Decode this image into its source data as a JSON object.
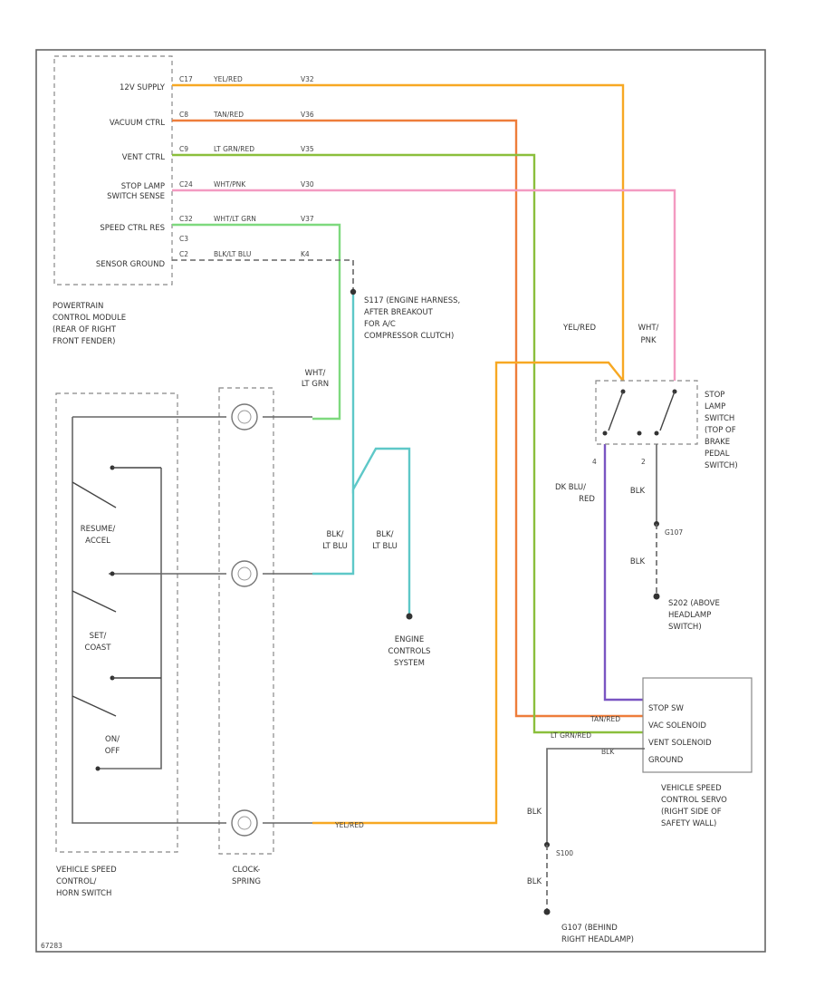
{
  "colors": {
    "yel_red": "#f7a823",
    "tan_red": "#ee7d3a",
    "lt_grn_red": "#8bbf3c",
    "wht_pnk": "#f39ac1",
    "wht_lt_grn": "#7ed97e",
    "blk_lt_blu": "#5ec8c8",
    "dk_blu_red": "#7a55c2",
    "blk": "#444444",
    "frame": "#666666"
  },
  "pcm": {
    "pins": [
      {
        "label": "12V SUPPLY",
        "term": "C17",
        "wire": "YEL/RED",
        "circuit": "V32"
      },
      {
        "label": "VACUUM CTRL",
        "term": "C8",
        "wire": "TAN/RED",
        "circuit": "V36"
      },
      {
        "label": "VENT CTRL",
        "term": "C9",
        "wire": "LT GRN/RED",
        "circuit": "V35"
      },
      {
        "label": "STOP LAMP",
        "label2": "SWITCH SENSE",
        "term": "C24",
        "wire": "WHT/PNK",
        "circuit": "V30"
      },
      {
        "label": "SPEED CTRL RES",
        "term": "C32",
        "wire": "WHT/LT GRN",
        "circuit": "V37",
        "sub": "C3"
      },
      {
        "label": "SENSOR GROUND",
        "term": "C2",
        "wire": "BLK/LT BLU",
        "circuit": "K4"
      }
    ],
    "caption": [
      "POWERTRAIN",
      "CONTROL MODULE",
      "(REAR OF RIGHT",
      "FRONT FENDER)"
    ]
  },
  "splice_note": [
    "S117 (ENGINE HARNESS,",
    "AFTER BREAKOUT",
    "FOR A/C",
    "COMPRESSOR CLUTCH)"
  ],
  "wire_labels": {
    "wht_lt_grn": [
      "WHT/",
      "LT GRN"
    ],
    "blk_lt_blu_1": [
      "BLK/",
      "LT BLU"
    ],
    "blk_lt_blu_2": [
      "BLK/",
      "LT BLU"
    ],
    "yel_red_top": [
      "YEL/RED"
    ],
    "wht_pnk_top": [
      "WHT/",
      "PNK"
    ],
    "dk_blu_red": [
      "DK BLU/",
      "RED"
    ],
    "blk_a": "BLK",
    "blk_b": "BLK",
    "blk_c": "BLK",
    "blk_d": "BLK",
    "tan_red_servo": "TAN/RED",
    "lt_grn_red_servo": "LT GRN/RED",
    "blk_servo": "BLK",
    "yel_red_bottom": "YEL/RED"
  },
  "engine_control": [
    "ENGINE",
    "CONTROLS",
    "SYSTEM"
  ],
  "stop_lamp": {
    "caption": [
      "STOP",
      "LAMP",
      "SWITCH",
      "(TOP OF",
      "BRAKE",
      "PEDAL",
      "SWITCH)"
    ],
    "pins": [
      "4",
      "2"
    ]
  },
  "ground_g107": {
    "splice": "G107",
    "caption": [
      "S202 (ABOVE",
      "HEADLAMP",
      "SWITCH)"
    ]
  },
  "ground_g100": {
    "splice": "S100",
    "caption": [
      "G107 (BEHIND",
      "RIGHT HEADLAMP)"
    ]
  },
  "servo": {
    "pins": [
      "STOP SW",
      "VAC SOLENOID",
      "VENT SOLENOID",
      "GROUND"
    ],
    "caption": [
      "VEHICLE SPEED",
      "CONTROL SERVO",
      "(RIGHT SIDE OF",
      "SAFETY WALL)"
    ]
  },
  "horn_switch": {
    "switches": [
      [
        "RESUME/",
        "ACCEL"
      ],
      [
        "SET/",
        "COAST"
      ],
      [
        "ON/",
        "OFF"
      ]
    ],
    "caption": [
      "VEHICLE SPEED",
      "CONTROL/",
      "HORN SWITCH"
    ]
  },
  "clockspring": {
    "caption": [
      "CLOCK-",
      "SPRING"
    ]
  },
  "figure_id": "67283"
}
